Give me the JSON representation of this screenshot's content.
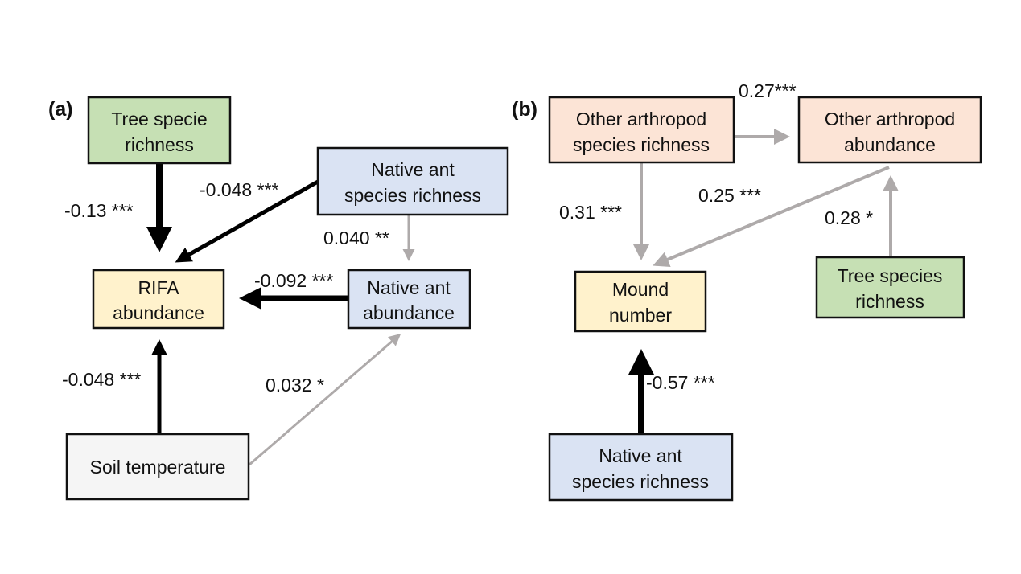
{
  "colors": {
    "green": "#c6e0b4",
    "blue": "#dae3f3",
    "yellow": "#fff2cc",
    "peach": "#fce4d6",
    "gray_box": "#f5f5f5",
    "negative_arrow": "#000000",
    "positive_arrow": "#aeaaaa"
  },
  "panel_a": {
    "label": "(a)",
    "nodes": {
      "tree": [
        "Tree specie",
        "richness"
      ],
      "native_rich": [
        "Native ant",
        "species richness"
      ],
      "rifa": [
        "RIFA",
        "abundance"
      ],
      "native_abund": [
        "Native ant",
        "abundance"
      ],
      "soil": [
        "Soil temperature"
      ]
    },
    "paths": {
      "tree_rifa": "-0.13 ***",
      "native_rich_rifa": "-0.048 ***",
      "native_rich_native_abund": "0.040 **",
      "native_abund_rifa": "-0.092 ***",
      "soil_rifa": "-0.048 ***",
      "soil_native_abund": "0.032 *"
    }
  },
  "panel_b": {
    "label": "(b)",
    "nodes": {
      "oa_rich": [
        "Other arthropod",
        "species richness"
      ],
      "oa_abund": [
        "Other arthropod",
        "abundance"
      ],
      "mound": [
        "Mound",
        "number"
      ],
      "tree": [
        "Tree species",
        "richness"
      ],
      "native_rich": [
        "Native ant",
        "species richness"
      ]
    },
    "paths": {
      "oa_rich_oa_abund": "0.27***",
      "oa_rich_mound": "0.31 ***",
      "oa_abund_mound": "0.25 ***",
      "tree_oa_abund": "0.28 *",
      "native_rich_mound": "-0.57 ***"
    }
  }
}
